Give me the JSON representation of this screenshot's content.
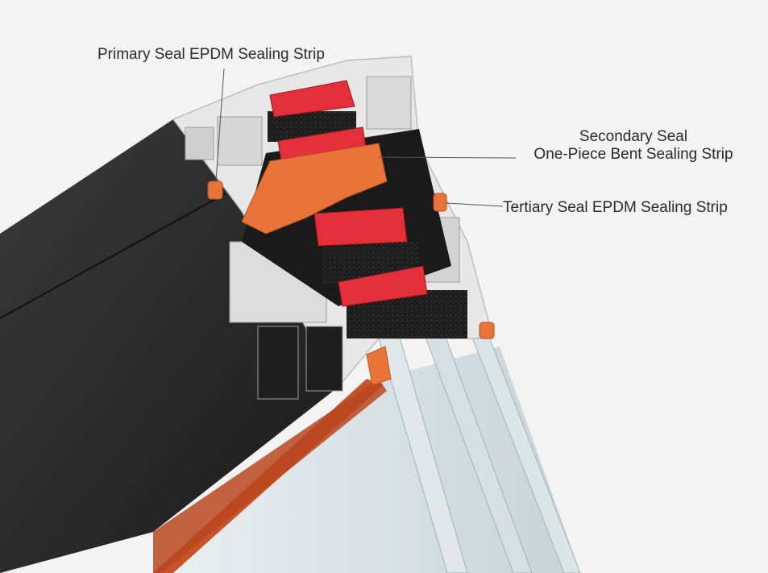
{
  "labels": {
    "primary": "Primary Seal EPDM Sealing Strip",
    "secondary_line1": "Secondary Seal",
    "secondary_line2": "One-Piece Bent Sealing Strip",
    "tertiary": "Tertiary Seal EPDM Sealing Strip"
  },
  "colors": {
    "background": "#f3f3f3",
    "frame_dark": "#2b2b2b",
    "aluminum": "#e6e6e6",
    "seal_red": "#e4303a",
    "seal_orange": "#e8743a",
    "insulation": "#1e1e1e",
    "glass": "#cfd8dc",
    "wood_trim": "#c8542a"
  }
}
